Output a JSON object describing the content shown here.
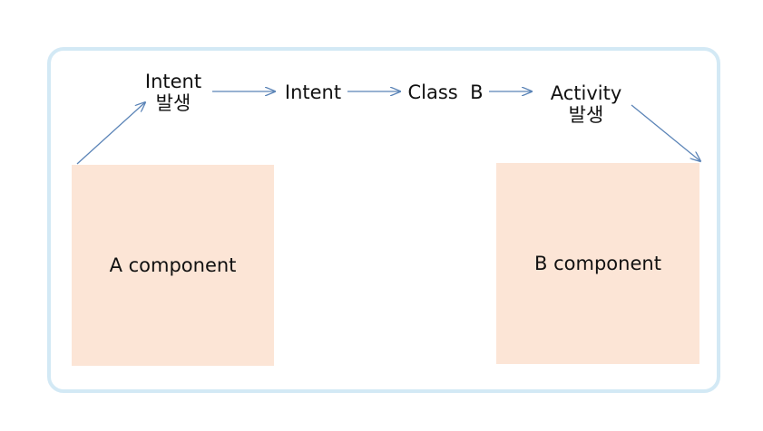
{
  "diagram": {
    "nodes": {
      "intent_generated": {
        "line1": "Intent",
        "line2": "발생"
      },
      "intent": {
        "label": "Intent"
      },
      "class_b": {
        "word": "Class",
        "letter": "B"
      },
      "activity_generated": {
        "line1": "Activity",
        "line2": "발생"
      }
    },
    "components": {
      "a": {
        "label": "A component"
      },
      "b": {
        "label": "B component"
      }
    },
    "colors": {
      "frame_border": "#d3e9f5",
      "component_fill": "#fce5d6",
      "arrow": "#5b84b7"
    },
    "edges": [
      {
        "from": "A component",
        "to": "Intent 발생"
      },
      {
        "from": "Intent 발생",
        "to": "Intent"
      },
      {
        "from": "Intent",
        "to": "Class B"
      },
      {
        "from": "Class B",
        "to": "Activity 발생"
      },
      {
        "from": "Activity 발생",
        "to": "B component"
      }
    ]
  }
}
